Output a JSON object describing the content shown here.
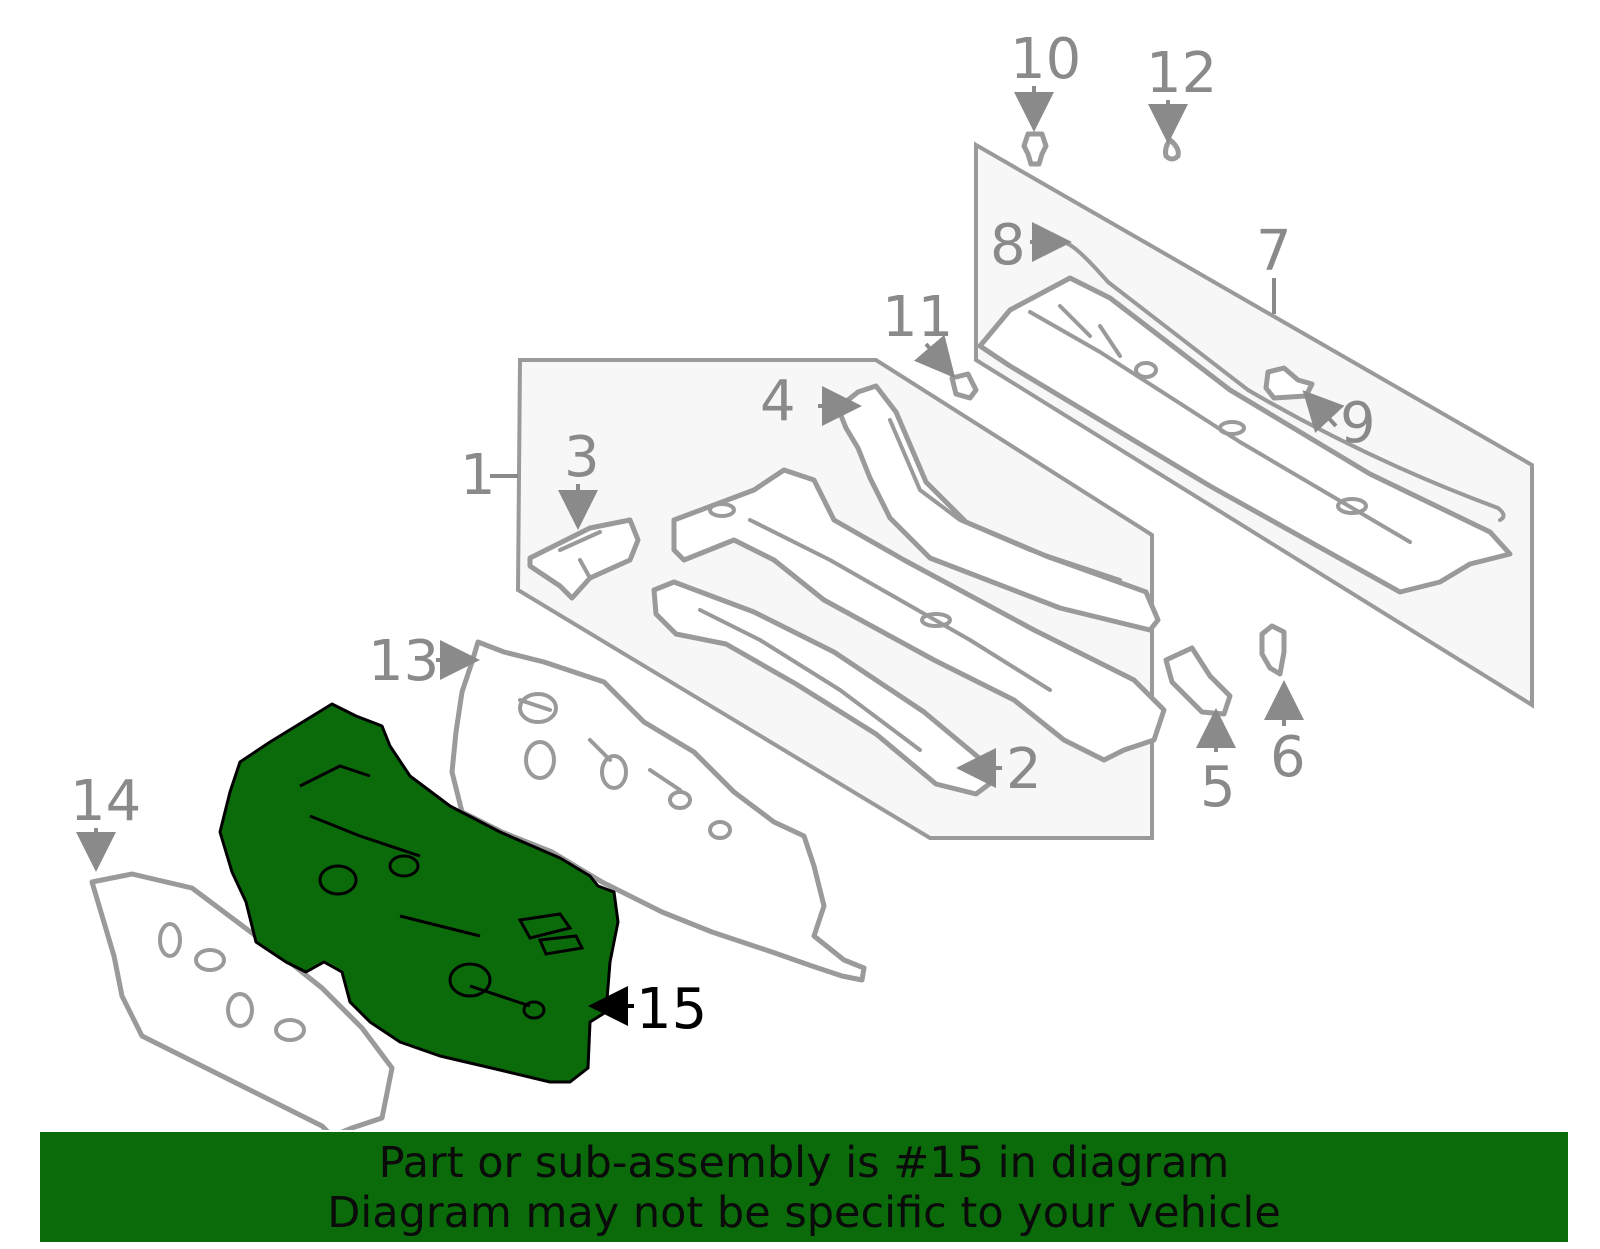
{
  "diagram": {
    "callouts": [
      "1",
      "2",
      "3",
      "4",
      "5",
      "6",
      "7",
      "8",
      "9",
      "10",
      "11",
      "12",
      "13",
      "14",
      "15"
    ],
    "highlighted_part": "15",
    "highlight_color": "#0b6b0b",
    "line_color": "#9a9a9a"
  },
  "banner": {
    "line1": "Part or sub-assembly is #15 in diagram",
    "line2": "Diagram may not be specific to your vehicle",
    "background": "#0b6b0b"
  }
}
